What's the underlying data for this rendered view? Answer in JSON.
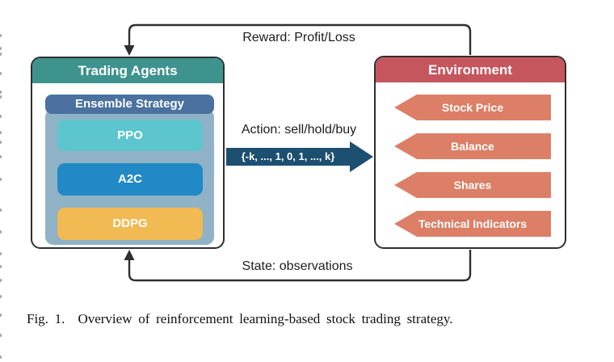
{
  "colors": {
    "agents-header": "#3E938E",
    "ensemble-header": "#4A71A0",
    "ensemble-body": "#8FB2C6",
    "ppo": "#5CC5CE",
    "a2c": "#2189C5",
    "ddpg": "#F2BA52",
    "env-header": "#C5565E",
    "env-tag": "#DC7F66",
    "action-arrow": "#1C4F70",
    "connector": "#2F2F2F",
    "label-text": "#1D1D1D"
  },
  "diagram": {
    "agents": {
      "title": "Trading Agents",
      "ensemble": {
        "title": "Ensemble Strategy",
        "algorithms": [
          {
            "label": "PPO"
          },
          {
            "label": "A2C"
          },
          {
            "label": "DDPG"
          }
        ]
      }
    },
    "environment": {
      "title": "Environment",
      "observations": [
        "Stock Price",
        "Balance",
        "Shares",
        "Technical Indicators"
      ]
    },
    "reward_label": "Reward: Profit/Loss",
    "action_label": "Action: sell/hold/buy",
    "action_set": "{-k, ..., 1, 0, 1, ..., k}",
    "state_label": "State: observations"
  },
  "caption": {
    "tag": "Fig. 1.",
    "text": "Overview of reinforcement learning-based stock trading strategy."
  },
  "edge_marks_y": [
    42,
    58,
    65,
    89,
    112,
    118,
    142,
    162,
    174,
    192,
    220,
    258,
    285,
    312,
    328,
    345,
    365,
    388,
    413,
    440
  ]
}
